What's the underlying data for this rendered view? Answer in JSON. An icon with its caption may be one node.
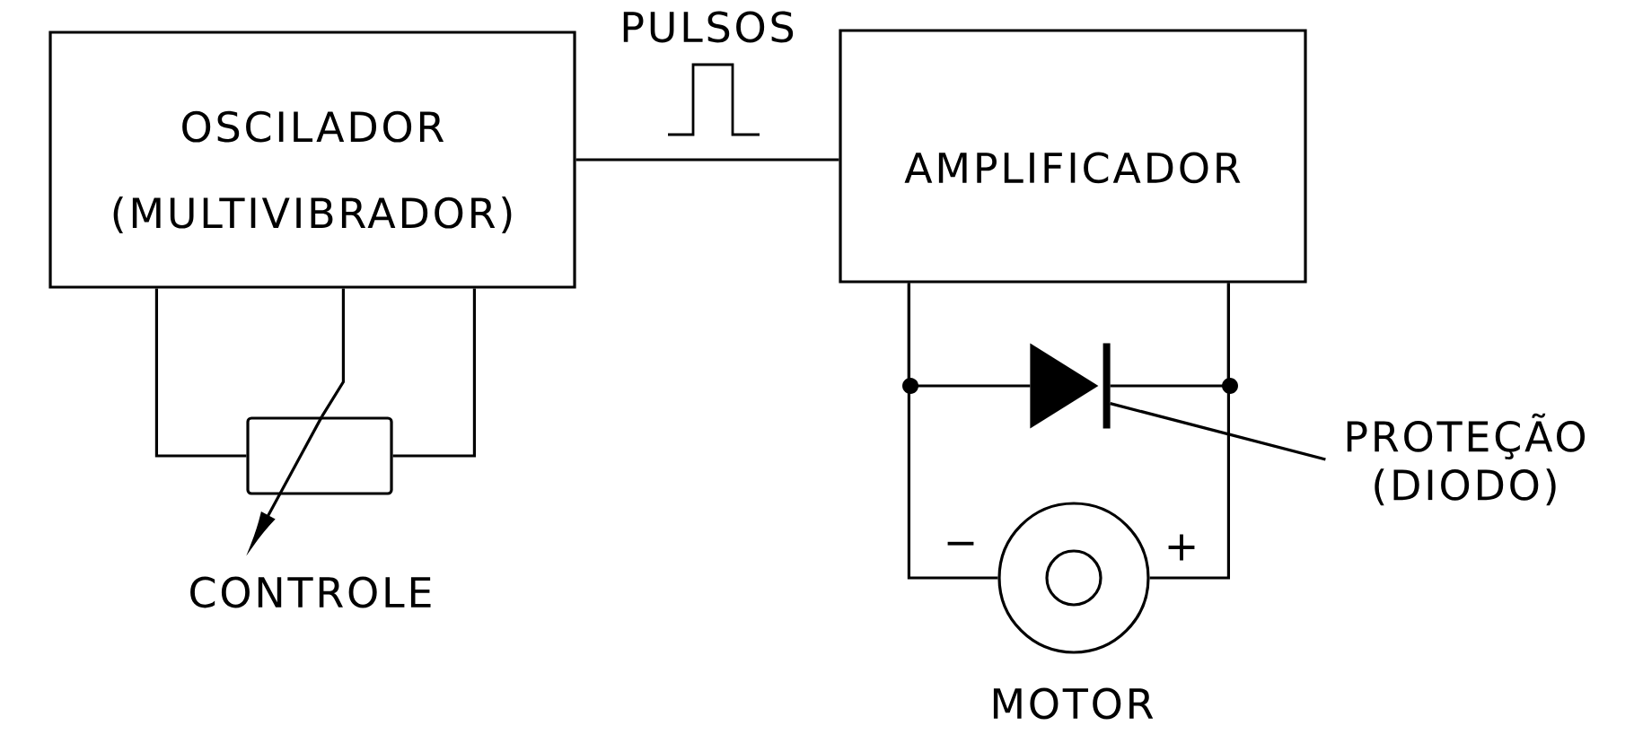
{
  "diagram": {
    "nodes": [
      {
        "text": [
          "OSCILADOR",
          "(MULTIVIBRADOR)"
        ]
      },
      {
        "text": [
          "AMPLIFICADOR"
        ]
      },
      {
        "text": [],
        "shape": "diode"
      },
      {
        "text": [],
        "shape": "box",
        "beside": [
          "CONTROLE"
        ]
      },
      {
        "text": [
          "PROTEÇÃO (DIODO)"
        ]
      },
      {
        "text": [],
        "shape": "circle",
        "beside": [
          "MOTOR"
        ]
      }
    ],
    "edges": [
      {
        "from": 0,
        "to": 1,
        "arrow": "none",
        "label": "PULSOS"
      },
      {
        "from": 0,
        "to": 3,
        "arrow": "none"
      },
      {
        "from": 0,
        "to": 3,
        "arrow": "none"
      },
      {
        "from": 0,
        "to": 3,
        "arrow": "none"
      },
      {
        "from": 1,
        "to": 2,
        "arrow": "none"
      },
      {
        "from": 1,
        "to": 2,
        "arrow": "none"
      },
      {
        "from": 1,
        "to": 5,
        "arrow": "none"
      },
      {
        "from": 1,
        "to": 5,
        "arrow": "none"
      },
      {
        "from": 4,
        "to": 2,
        "arrow": "none"
      }
    ],
    "labels": [
      "−",
      "+"
    ]
  }
}
